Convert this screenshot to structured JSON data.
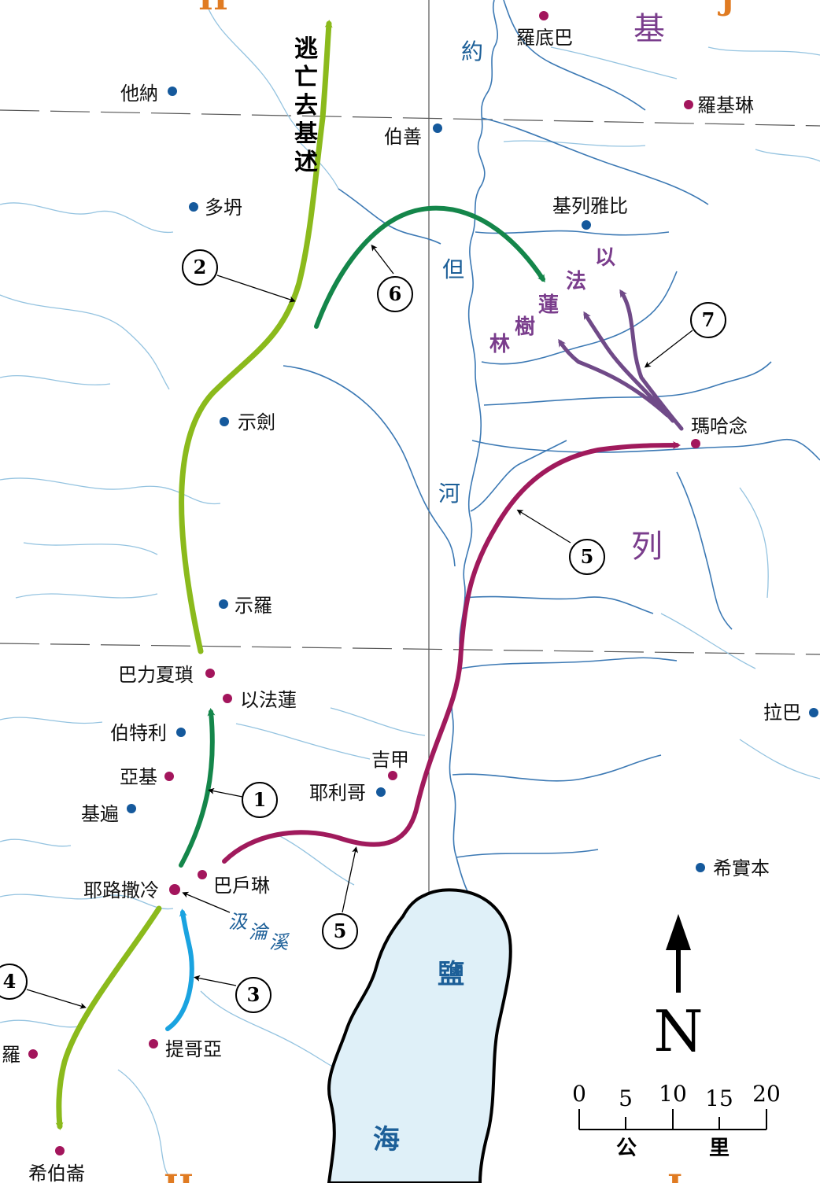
{
  "grid_letters": {
    "top_left": "H",
    "top_right": "J",
    "bottom_left": "H",
    "bottom_right": "J"
  },
  "regions": {
    "ji": "基",
    "lie": "列"
  },
  "river": {
    "yue": "約",
    "dan": "但",
    "he": "河"
  },
  "sea": {
    "yan": "鹽",
    "hai": "海"
  },
  "brook": {
    "ji": "汲",
    "lun": "淪",
    "xi": "溪"
  },
  "escape_label": [
    "逃",
    "亡",
    "去",
    "基",
    "述"
  ],
  "purple_labels": {
    "yi": "以",
    "fa": "法",
    "lian": "蓮",
    "shu": "樹",
    "lin": "林"
  },
  "places": {
    "luodiba": "羅底巴",
    "luojilin": "羅基琳",
    "tana": "他納",
    "bozhan": "伯善",
    "duoduo": "多坍",
    "jilieyabi": "基列雅比",
    "shijian": "示劍",
    "mahanian": "瑪哈念",
    "shiluo": "示羅",
    "balixiasuo": "巴力夏瑣",
    "yifalian": "以法蓮",
    "laba": "拉巴",
    "boteli": "伯特利",
    "jijia": "吉甲",
    "yaji": "亞基",
    "yeligeh": "耶利哥",
    "jibian": "基遍",
    "yelusaleng": "耶路撒冷",
    "bahulin": "巴戶琳",
    "xishiben": "希實本",
    "tigeya": "提哥亞",
    "luo": "羅",
    "xibolun": "希伯崙"
  },
  "route_numbers": {
    "r1": "1",
    "r2": "2",
    "r3": "3",
    "r4": "4",
    "r5a": "5",
    "r5b": "5",
    "r6": "6",
    "r7": "7"
  },
  "compass": {
    "label": "N"
  },
  "scale": {
    "ticks": [
      "0",
      "5",
      "10",
      "15",
      "20"
    ],
    "unit_left": "公",
    "unit_right": "里"
  },
  "colors": {
    "route_light_green": "#8bba1c",
    "route_dark_green": "#14864a",
    "route_blue": "#1aa3e0",
    "route_magenta": "#a01a5c",
    "route_purple": "#704a88",
    "river": "#3c79b4",
    "sea_fill": "#dff0f8",
    "dot_blue": "#15599c",
    "dot_magenta": "#a3155c"
  }
}
